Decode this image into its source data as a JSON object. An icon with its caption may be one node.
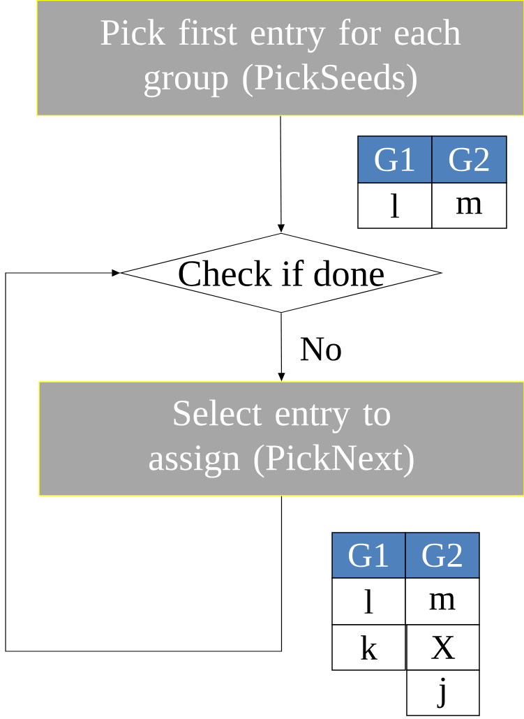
{
  "diagram": {
    "nodes": [
      {
        "text": [
          "Pick first entry for each group (PickSeeds)"
        ]
      },
      {
        "text": [
          "Check if done"
        ]
      },
      {
        "text": [
          "Select entry to assign (PickNext)"
        ]
      }
    ],
    "edges": [
      {
        "from": 0,
        "to": 1,
        "arrow": "to"
      },
      {
        "from": 1,
        "to": 2,
        "arrow": "to",
        "label": "No"
      },
      {
        "from": 2,
        "to": 1,
        "arrow": "to"
      }
    ],
    "labels": [
      "G1",
      "G2",
      "l",
      "m",
      "G1",
      "G2",
      "l",
      "m",
      "k",
      "X",
      "j"
    ]
  }
}
